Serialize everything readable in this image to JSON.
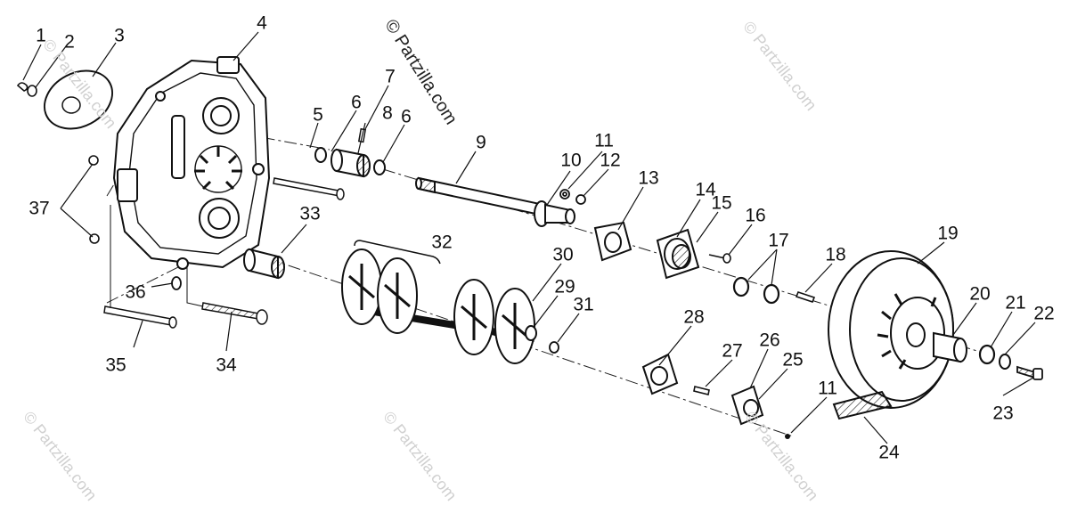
{
  "watermark": {
    "main": "© Partzilla.com",
    "faint": "© Partzilla.com"
  },
  "callouts": [
    {
      "id": "1",
      "label": "1"
    },
    {
      "id": "2",
      "label": "2"
    },
    {
      "id": "3",
      "label": "3"
    },
    {
      "id": "4",
      "label": "4"
    },
    {
      "id": "5",
      "label": "5"
    },
    {
      "id": "6a",
      "label": "6"
    },
    {
      "id": "6b",
      "label": "6"
    },
    {
      "id": "7",
      "label": "7"
    },
    {
      "id": "8",
      "label": "8"
    },
    {
      "id": "9",
      "label": "9"
    },
    {
      "id": "10",
      "label": "10"
    },
    {
      "id": "11a",
      "label": "11"
    },
    {
      "id": "11b",
      "label": "11"
    },
    {
      "id": "12",
      "label": "12"
    },
    {
      "id": "13",
      "label": "13"
    },
    {
      "id": "14",
      "label": "14"
    },
    {
      "id": "15",
      "label": "15"
    },
    {
      "id": "16",
      "label": "16"
    },
    {
      "id": "17",
      "label": "17"
    },
    {
      "id": "18",
      "label": "18"
    },
    {
      "id": "19",
      "label": "19"
    },
    {
      "id": "20",
      "label": "20"
    },
    {
      "id": "21",
      "label": "21"
    },
    {
      "id": "22",
      "label": "22"
    },
    {
      "id": "23",
      "label": "23"
    },
    {
      "id": "24",
      "label": "24"
    },
    {
      "id": "25",
      "label": "25"
    },
    {
      "id": "26",
      "label": "26"
    },
    {
      "id": "27",
      "label": "27"
    },
    {
      "id": "28",
      "label": "28"
    },
    {
      "id": "29",
      "label": "29"
    },
    {
      "id": "30",
      "label": "30"
    },
    {
      "id": "31",
      "label": "31"
    },
    {
      "id": "32",
      "label": "32"
    },
    {
      "id": "33",
      "label": "33"
    },
    {
      "id": "34",
      "label": "34"
    },
    {
      "id": "35",
      "label": "35"
    },
    {
      "id": "36",
      "label": "36"
    },
    {
      "id": "37",
      "label": "37"
    }
  ]
}
